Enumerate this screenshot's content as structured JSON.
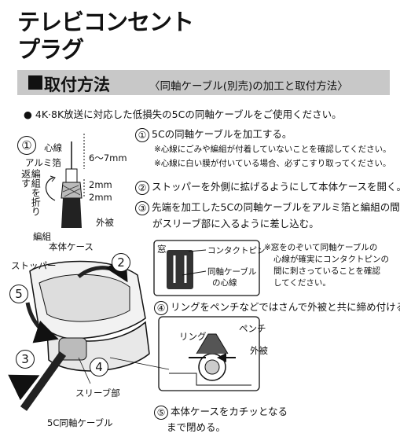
{
  "title": {
    "line1": "テレビコンセント",
    "line2": "プラグ"
  },
  "section": {
    "heading": "取付方法",
    "subtitle": "〈同軸ケーブル(別売)の加工と取付方法〉"
  },
  "intro_note": "● 4K·8K放送に対応した低損失の5Cの同軸ケーブルをご使用ください。",
  "cable_diagram": {
    "step_no": "①",
    "core_label": "心線",
    "foil_label": "アルミ箔",
    "fold_label": "編組を折り返す",
    "braid_label": "編組",
    "jacket_label": "外被",
    "dim_core": "6〜7mm",
    "dim_a": "2mm",
    "dim_b": "2mm"
  },
  "steps": [
    {
      "no": "①",
      "text": "5Cの同軸ケーブルを加工する。"
    },
    {
      "no": "②",
      "text": "ストッパーを外側に拡げるようにして本体ケースを開く。"
    },
    {
      "no": "③",
      "text": "先端を加工した5Cの同軸ケーブルをアルミ箔と編組の間",
      "text2": "がスリーブ部に入るように差し込む。"
    },
    {
      "no": "④",
      "text": "リングをペンチなどではさんで外被と共に締め付ける。"
    },
    {
      "no": "⑤",
      "text": "本体ケースをカチッとなる",
      "text2": "まで閉める。"
    }
  ],
  "step1_notes": [
    "※心線にごみや編組が付着していないことを確認してください。",
    "※心線に白い膜が付いている場合、必ずこすり取ってください。"
  ],
  "window_box": {
    "window_label": "窓",
    "pin_label": "コンタクトピン",
    "core_label": "同軸ケーブル",
    "core_label2": "の心線"
  },
  "window_note": [
    "※窓をのぞいて同軸ケーブルの",
    "心線が確実にコンタクトピンの",
    "間に刺さっていることを確認",
    "してください。"
  ],
  "ring_box": {
    "ring_label": "リング",
    "pliers_label": "ペンチ",
    "jacket_label": "外被"
  },
  "assembly": {
    "case_label": "本体ケース",
    "stopper_label": "ストッパー",
    "sleeve_label": "スリーブ部",
    "cable_label": "5C同軸ケーブル",
    "num2": "2",
    "num3": "3",
    "num4": "4",
    "num5": "5"
  }
}
